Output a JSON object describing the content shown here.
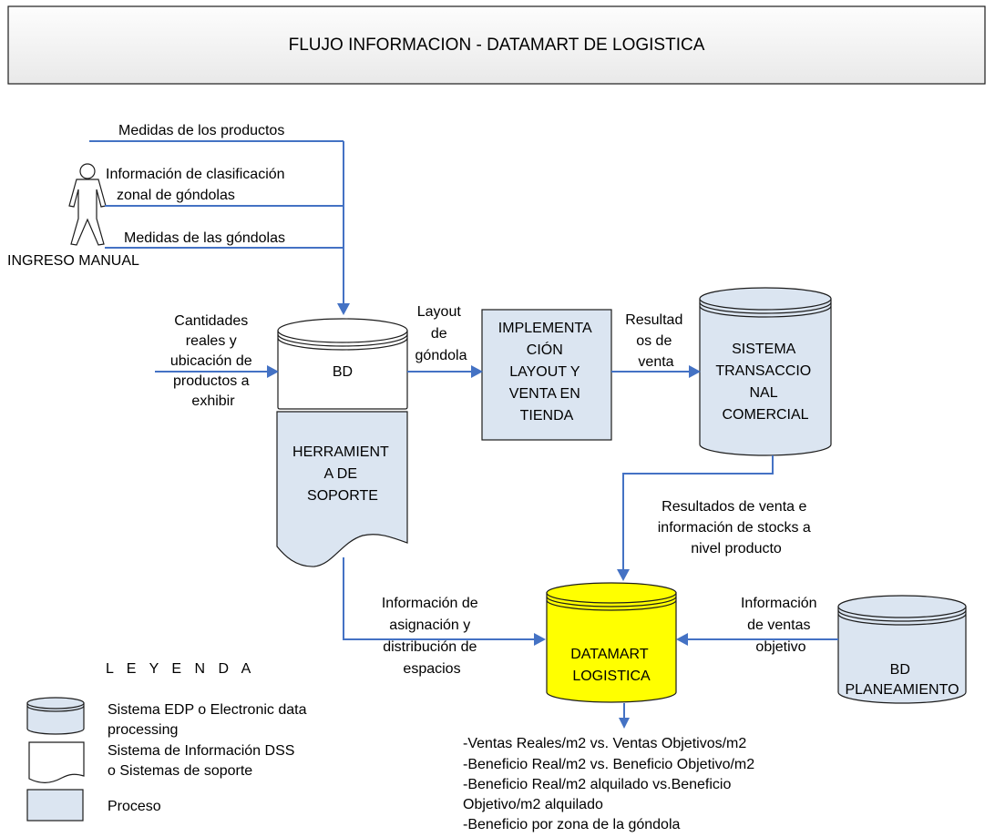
{
  "title": "FLUJO INFORMACION - DATAMART DE LOGISTICA",
  "colors": {
    "node_fill": "#dbe5f1",
    "datamart_fill": "#ffff00",
    "arrow": "#4472c4",
    "title_fill": "#f2f2f2",
    "outline": "#1c1c1c"
  },
  "actor": {
    "icon": "person-icon",
    "label": "INGRESO MANUAL",
    "inputs": [
      "Medidas de los productos",
      [
        "Información de clasificación",
        "zonal de góndolas"
      ],
      "Medidas de las góndolas"
    ]
  },
  "nodes": {
    "bd": {
      "label": [
        "BD"
      ]
    },
    "herramienta": {
      "label": [
        "HERRAMIENT",
        "A DE",
        "SOPORTE"
      ]
    },
    "implementacion": {
      "label": [
        "IMPLEMENTA",
        "CIÓN",
        "LAYOUT Y",
        "VENTA EN",
        "TIENDA"
      ]
    },
    "sistema": {
      "label": [
        "SISTEMA",
        "TRANSACCIO",
        "NAL",
        "COMERCIAL"
      ]
    },
    "datamart": {
      "label": [
        "DATAMART",
        "LOGISTICA"
      ]
    },
    "planeamiento": {
      "label": [
        "BD",
        "PLANEAMIENTO"
      ]
    }
  },
  "flows": {
    "cantidades": [
      "Cantidades",
      "reales y",
      "ubicación de",
      "productos a",
      "exhibir"
    ],
    "layout": [
      "Layout",
      "de",
      "góndola"
    ],
    "resultados": [
      "Resultad",
      "os de",
      "venta"
    ],
    "stocks": [
      "Resultados de venta e",
      "información de stocks a",
      "nivel producto"
    ],
    "asignacion": [
      "Información de",
      "asignación y",
      "distribución de",
      "espacios"
    ],
    "ventas_objetivo": [
      "Información",
      "de ventas",
      "objetivo"
    ]
  },
  "outputs": [
    "-Ventas Reales/m2 vs. Ventas Objetivos/m2",
    "-Beneficio Real/m2 vs. Beneficio Objetivo/m2",
    "-Beneficio Real/m2 alquilado vs.Beneficio",
    "Objetivo/m2 alquilado",
    "-Beneficio por zona de la góndola"
  ],
  "legend": {
    "heading": "L E Y E N D A",
    "items": [
      {
        "icon": "cylinder-icon",
        "label": [
          "Sistema EDP  o Electronic data",
          "processing"
        ]
      },
      {
        "icon": "document-icon",
        "label": [
          "Sistema de Información DSS",
          "o Sistemas de soporte"
        ]
      },
      {
        "icon": "process-box-icon",
        "label": [
          "Proceso"
        ]
      }
    ]
  }
}
